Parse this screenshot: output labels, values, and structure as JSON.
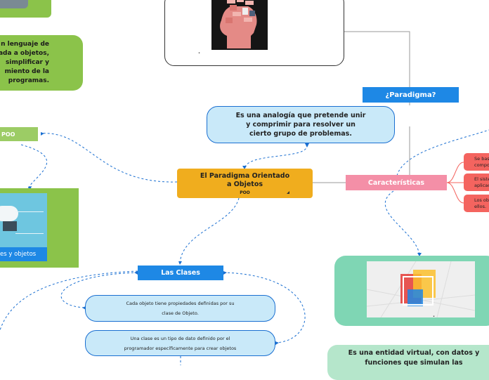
{
  "center": {
    "title": "El Paradigma Orientado a Objetos",
    "tag": "POO"
  },
  "paradigma": {
    "label": "¿Paradigma?",
    "definition": "Es una analogía que pretende unir y comprimir para resolver un cierto grupo de problemas."
  },
  "left": {
    "poo_label": "POO",
    "poo_desc_lines": [
      "n lenguaje de",
      "ada a objetos,",
      "simplificar y",
      "miento de la",
      "programas."
    ],
    "image_caption": "es y objetos"
  },
  "caracteristicas": {
    "label": "Características",
    "items": [
      {
        "lines": [
          "Se bas",
          "compo"
        ]
      },
      {
        "lines": [
          "El siste",
          "aplicac"
        ]
      },
      {
        "lines": [
          "Los ob",
          "ellos."
        ]
      }
    ]
  },
  "clases": {
    "label": "Las Clases",
    "items": [
      {
        "lines": [
          "Cada objeto tiene propiedades definidas por su",
          "clase de Objeto."
        ]
      },
      {
        "lines": [
          "Una clase es un tipo de dato definido por el",
          "programador específicamente para crear objetos"
        ]
      }
    ]
  },
  "objeto": {
    "lines": [
      "Es una entidad virtual, con datos y",
      "funciones que simulan las"
    ]
  },
  "colors": {
    "center": "#f0ad1e",
    "blue_label": "#1e88e5",
    "light_blue_fill": "#c9e9f9",
    "light_blue_stroke": "#1a6fd1",
    "pink": "#f48fa7",
    "red": "#f4645f",
    "green_left": "#8bc34a",
    "green_right": "#7fd6b4",
    "green_light": "#b5e6cb",
    "poo_green": "#9ccc65",
    "line_gray": "#999999"
  }
}
